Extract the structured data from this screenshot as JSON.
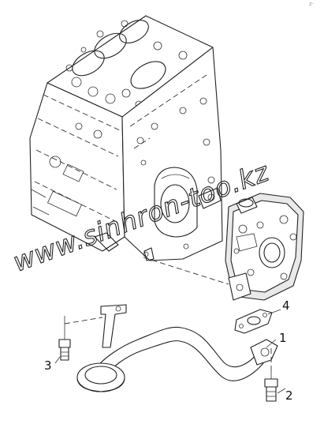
{
  "corner_mark": "z·",
  "watermark": "www.sinhron-too.kz",
  "callouts": [
    {
      "id": "1",
      "label": "1"
    },
    {
      "id": "2",
      "label": "2"
    },
    {
      "id": "3",
      "label": "3"
    },
    {
      "id": "4",
      "label": "4"
    }
  ]
}
